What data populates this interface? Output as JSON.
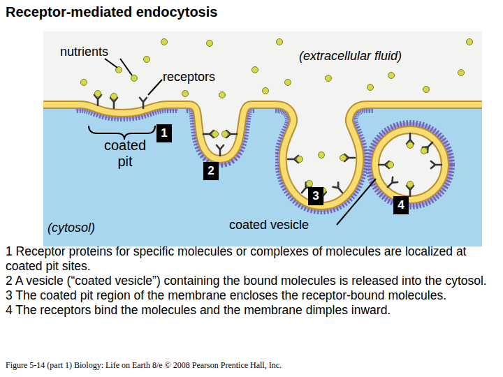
{
  "diagram": {
    "title": "Receptor-mediated endocytosis",
    "caption": "Figure 5-14 (part 1) Biology: Life on Earth 8/e © 2008 Pearson Prentice Hall, Inc.",
    "nodes": [
      {
        "text": [
          "1"
        ]
      },
      {
        "text": [
          "2"
        ]
      },
      {
        "text": [
          "3"
        ]
      },
      {
        "text": [
          "4"
        ]
      }
    ],
    "labels": [
      "nutrients",
      "(extracellular fluid)",
      "receptors",
      "coated pit",
      "coated vesicle",
      "(cytosol)",
      "1 Receptor proteins for specific molecules or complexes of molecules are localized at coated pit sites.",
      "2 A vesicle (“coated vesicle”) containing the bound molecules is released into the cytosol.",
      "3 The coated pit region of the membrane encloses the receptor-bound molecules.",
      "4 The receptors bind the molecules and the membrane dimples inward."
    ]
  }
}
